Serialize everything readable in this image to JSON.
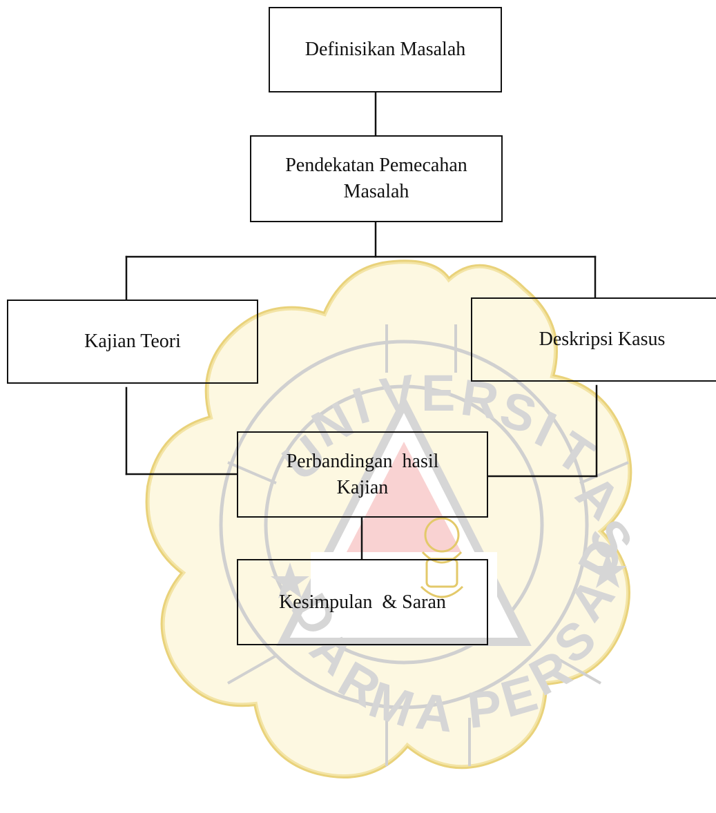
{
  "nodes": {
    "definisikan": "Definisikan Masalah",
    "pendekatan": "Pendekatan Pemecahan Masalah",
    "kajian_teori": "Kajian Teori",
    "deskripsi": "Deskripsi Kasus",
    "perbandingan": "Perbandingan  hasil Kajian",
    "kesimpulan": "Kesimpulan  & Saran"
  },
  "watermark": {
    "text_top": "UNIVERSITAS",
    "text_bottom": "DARMA PERSADA",
    "color_gold": "#f7e8a6",
    "color_gold_outline": "#e9d27a",
    "color_red": "#f9d2d2",
    "color_grey": "#d0d0d0",
    "icon": "university-seal-icon"
  }
}
